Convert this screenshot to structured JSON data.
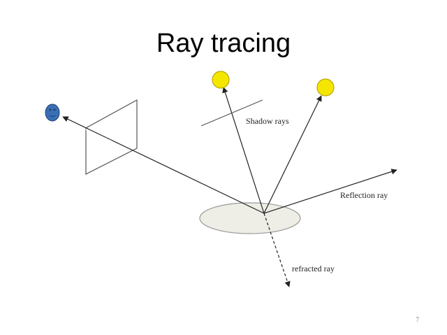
{
  "title": "Ray tracing",
  "labels": {
    "shadow_rays": "Shadow rays",
    "reflection_ray": "Reflection ray",
    "refracted_ray": "refracted ray"
  },
  "page_number": "7",
  "colors": {
    "light": "#f5e600",
    "light_stroke": "#b8a800",
    "eye": "#3a6fb5",
    "eye_stroke": "#1f3f70",
    "surface_fill": "#eeeee6",
    "surface_stroke": "#999999",
    "ray": "#222222"
  }
}
